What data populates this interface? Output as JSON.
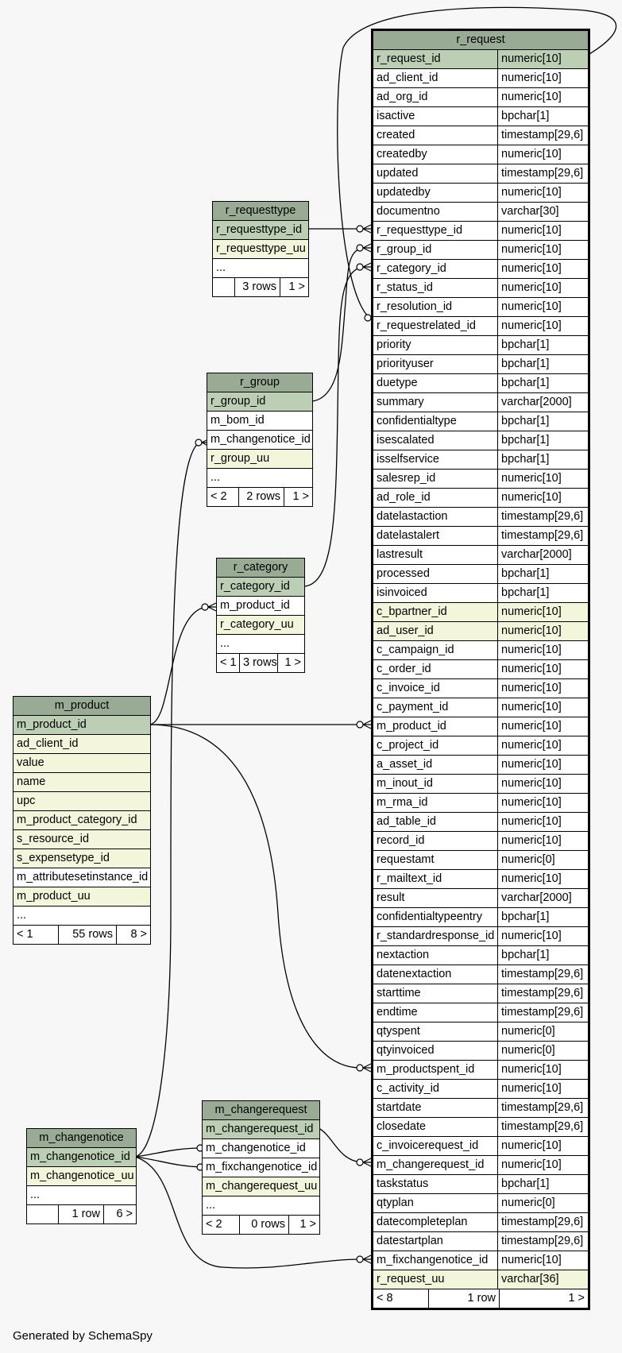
{
  "r_request": {
    "title": "r_request",
    "columns": [
      {
        "name": "r_request_id",
        "type": "numeric[10]",
        "kind": "pk"
      },
      {
        "name": "ad_client_id",
        "type": "numeric[10]"
      },
      {
        "name": "ad_org_id",
        "type": "numeric[10]"
      },
      {
        "name": "isactive",
        "type": "bpchar[1]"
      },
      {
        "name": "created",
        "type": "timestamp[29,6]"
      },
      {
        "name": "createdby",
        "type": "numeric[10]"
      },
      {
        "name": "updated",
        "type": "timestamp[29,6]"
      },
      {
        "name": "updatedby",
        "type": "numeric[10]"
      },
      {
        "name": "documentno",
        "type": "varchar[30]"
      },
      {
        "name": "r_requesttype_id",
        "type": "numeric[10]"
      },
      {
        "name": "r_group_id",
        "type": "numeric[10]"
      },
      {
        "name": "r_category_id",
        "type": "numeric[10]"
      },
      {
        "name": "r_status_id",
        "type": "numeric[10]"
      },
      {
        "name": "r_resolution_id",
        "type": "numeric[10]"
      },
      {
        "name": "r_requestrelated_id",
        "type": "numeric[10]"
      },
      {
        "name": "priority",
        "type": "bpchar[1]"
      },
      {
        "name": "priorityuser",
        "type": "bpchar[1]"
      },
      {
        "name": "duetype",
        "type": "bpchar[1]"
      },
      {
        "name": "summary",
        "type": "varchar[2000]"
      },
      {
        "name": "confidentialtype",
        "type": "bpchar[1]"
      },
      {
        "name": "isescalated",
        "type": "bpchar[1]"
      },
      {
        "name": "isselfservice",
        "type": "bpchar[1]"
      },
      {
        "name": "salesrep_id",
        "type": "numeric[10]"
      },
      {
        "name": "ad_role_id",
        "type": "numeric[10]"
      },
      {
        "name": "datelastaction",
        "type": "timestamp[29,6]"
      },
      {
        "name": "datelastalert",
        "type": "timestamp[29,6]"
      },
      {
        "name": "lastresult",
        "type": "varchar[2000]"
      },
      {
        "name": "processed",
        "type": "bpchar[1]"
      },
      {
        "name": "isinvoiced",
        "type": "bpchar[1]"
      },
      {
        "name": "c_bpartner_id",
        "type": "numeric[10]",
        "kind": "idx"
      },
      {
        "name": "ad_user_id",
        "type": "numeric[10]",
        "kind": "idx"
      },
      {
        "name": "c_campaign_id",
        "type": "numeric[10]"
      },
      {
        "name": "c_order_id",
        "type": "numeric[10]"
      },
      {
        "name": "c_invoice_id",
        "type": "numeric[10]"
      },
      {
        "name": "c_payment_id",
        "type": "numeric[10]"
      },
      {
        "name": "m_product_id",
        "type": "numeric[10]"
      },
      {
        "name": "c_project_id",
        "type": "numeric[10]"
      },
      {
        "name": "a_asset_id",
        "type": "numeric[10]"
      },
      {
        "name": "m_inout_id",
        "type": "numeric[10]"
      },
      {
        "name": "m_rma_id",
        "type": "numeric[10]"
      },
      {
        "name": "ad_table_id",
        "type": "numeric[10]"
      },
      {
        "name": "record_id",
        "type": "numeric[10]"
      },
      {
        "name": "requestamt",
        "type": "numeric[0]"
      },
      {
        "name": "r_mailtext_id",
        "type": "numeric[10]"
      },
      {
        "name": "result",
        "type": "varchar[2000]"
      },
      {
        "name": "confidentialtypeentry",
        "type": "bpchar[1]"
      },
      {
        "name": "r_standardresponse_id",
        "type": "numeric[10]"
      },
      {
        "name": "nextaction",
        "type": "bpchar[1]"
      },
      {
        "name": "datenextaction",
        "type": "timestamp[29,6]"
      },
      {
        "name": "starttime",
        "type": "timestamp[29,6]"
      },
      {
        "name": "endtime",
        "type": "timestamp[29,6]"
      },
      {
        "name": "qtyspent",
        "type": "numeric[0]"
      },
      {
        "name": "qtyinvoiced",
        "type": "numeric[0]"
      },
      {
        "name": "m_productspent_id",
        "type": "numeric[10]"
      },
      {
        "name": "c_activity_id",
        "type": "numeric[10]"
      },
      {
        "name": "startdate",
        "type": "timestamp[29,6]"
      },
      {
        "name": "closedate",
        "type": "timestamp[29,6]"
      },
      {
        "name": "c_invoicerequest_id",
        "type": "numeric[10]"
      },
      {
        "name": "m_changerequest_id",
        "type": "numeric[10]"
      },
      {
        "name": "taskstatus",
        "type": "bpchar[1]"
      },
      {
        "name": "qtyplan",
        "type": "numeric[0]"
      },
      {
        "name": "datecompleteplan",
        "type": "timestamp[29,6]"
      },
      {
        "name": "datestartplan",
        "type": "timestamp[29,6]"
      },
      {
        "name": "m_fixchangenotice_id",
        "type": "numeric[10]"
      },
      {
        "name": "r_request_uu",
        "type": "varchar[36]",
        "kind": "idx"
      }
    ],
    "footer": {
      "left": "< 8",
      "rows": "1 row",
      "right": "1 >"
    }
  },
  "r_requesttype": {
    "title": "r_requesttype",
    "columns": [
      {
        "name": "r_requesttype_id",
        "kind": "pk"
      },
      {
        "name": "r_requesttype_uu",
        "kind": "idx"
      },
      {
        "name": "..."
      }
    ],
    "footer": {
      "left": "",
      "rows": "3 rows",
      "right": "1 >"
    }
  },
  "r_group": {
    "title": "r_group",
    "columns": [
      {
        "name": "r_group_id",
        "kind": "pk"
      },
      {
        "name": "m_bom_id"
      },
      {
        "name": "m_changenotice_id"
      },
      {
        "name": "r_group_uu",
        "kind": "idx"
      },
      {
        "name": "..."
      }
    ],
    "footer": {
      "left": "< 2",
      "rows": "2 rows",
      "right": "1 >"
    }
  },
  "r_category": {
    "title": "r_category",
    "columns": [
      {
        "name": "r_category_id",
        "kind": "pk"
      },
      {
        "name": "m_product_id"
      },
      {
        "name": "r_category_uu",
        "kind": "idx"
      },
      {
        "name": "..."
      }
    ],
    "footer": {
      "left": "< 1",
      "rows": "3 rows",
      "right": "1 >"
    }
  },
  "m_product": {
    "title": "m_product",
    "columns": [
      {
        "name": "m_product_id",
        "kind": "pk"
      },
      {
        "name": "ad_client_id",
        "kind": "idx"
      },
      {
        "name": "value",
        "kind": "idx"
      },
      {
        "name": "name",
        "kind": "idx"
      },
      {
        "name": "upc",
        "kind": "idx"
      },
      {
        "name": "m_product_category_id",
        "kind": "idx"
      },
      {
        "name": "s_resource_id",
        "kind": "idx"
      },
      {
        "name": "s_expensetype_id",
        "kind": "idx"
      },
      {
        "name": "m_attributesetinstance_id"
      },
      {
        "name": "m_product_uu",
        "kind": "idx"
      },
      {
        "name": "..."
      }
    ],
    "footer": {
      "left": "< 1",
      "rows": "55 rows",
      "right": "8 >"
    }
  },
  "m_changerequest": {
    "title": "m_changerequest",
    "columns": [
      {
        "name": "m_changerequest_id",
        "kind": "pk"
      },
      {
        "name": "m_changenotice_id"
      },
      {
        "name": "m_fixchangenotice_id"
      },
      {
        "name": "m_changerequest_uu",
        "kind": "idx"
      },
      {
        "name": "..."
      }
    ],
    "footer": {
      "left": "< 2",
      "rows": "0 rows",
      "right": "1 >"
    }
  },
  "m_changenotice": {
    "title": "m_changenotice",
    "columns": [
      {
        "name": "m_changenotice_id",
        "kind": "pk"
      },
      {
        "name": "m_changenotice_uu",
        "kind": "idx"
      },
      {
        "name": "..."
      }
    ],
    "footer": {
      "left": "",
      "rows": "1 row",
      "right": "6 >"
    }
  },
  "generated_by": "Generated by SchemaSpy"
}
